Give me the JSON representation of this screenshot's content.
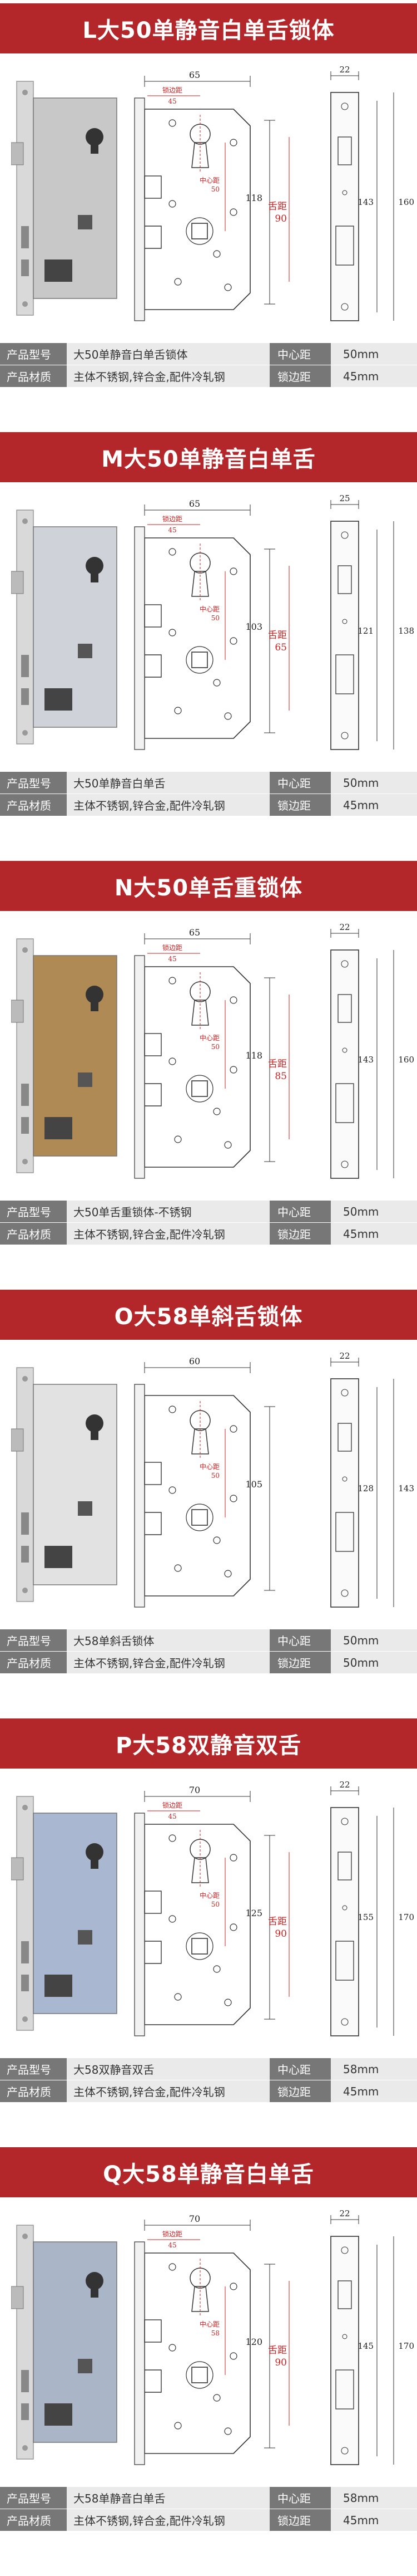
{
  "labels": {
    "model": "产品型号",
    "material": "产品材质",
    "center": "中心距",
    "edge": "锁边距"
  },
  "sections": [
    {
      "title": "L大50单静音白单舌锁体",
      "width_dim": "65",
      "backset_dim": "45",
      "face_width": "22",
      "center_label": "中心距",
      "center_val": "50",
      "height_dim": "118",
      "center_big_label": "舌距",
      "center_big_val": "90",
      "plate_h1": "143",
      "plate_h2": "160",
      "model_value": "大50单静音白单舌锁体",
      "material_value": "主体不锈钢,锌合金,配件冷轧钢",
      "center_value": "50mm",
      "edge_value": "45mm",
      "photo_color": "#c8c8c8"
    },
    {
      "title": "M大50单静音白单舌",
      "width_dim": "65",
      "backset_dim": "45",
      "face_width": "25",
      "center_label": "中心距",
      "center_val": "50",
      "height_dim": "103",
      "center_big_label": "舌距",
      "center_big_val": "65",
      "plate_h1": "121",
      "plate_h2": "138",
      "model_value": "大50单静音白单舌",
      "material_value": "主体不锈钢,锌合金,配件冷轧钢",
      "center_value": "50mm",
      "edge_value": "45mm",
      "photo_color": "#cfd2d8"
    },
    {
      "title": "N大50单舌重锁体",
      "width_dim": "65",
      "backset_dim": "45",
      "face_width": "22",
      "center_label": "中心距",
      "center_val": "50",
      "height_dim": "118",
      "center_big_label": "舌距",
      "center_big_val": "85",
      "plate_h1": "143",
      "plate_h2": "160",
      "model_value": "大50单舌重锁体-不锈钢",
      "material_value": "主体不锈钢,锌合金,配件冷轧钢",
      "center_value": "50mm",
      "edge_value": "45mm",
      "photo_color": "#b08a55"
    },
    {
      "title": "O大58单斜舌锁体",
      "width_dim": "60",
      "backset_dim": "",
      "face_width": "22",
      "center_label": "中心距",
      "center_val": "50",
      "height_dim": "105",
      "center_big_label": "",
      "center_big_val": "",
      "plate_h1": "128",
      "plate_h2": "143",
      "model_value": "大58单斜舌锁体",
      "material_value": "主体不锈钢,锌合金,配件冷轧钢",
      "center_value": "50mm",
      "edge_value": "50mm",
      "photo_color": "#e2e2e2"
    },
    {
      "title": "P大58双静音双舌",
      "width_dim": "70",
      "backset_dim": "45",
      "face_width": "22",
      "center_label": "中心距",
      "center_val": "50",
      "height_dim": "125",
      "center_big_label": "舌距",
      "center_big_val": "90",
      "plate_h1": "155",
      "plate_h2": "170",
      "model_value": "大58双静音双舌",
      "material_value": "主体不锈钢,锌合金,配件冷轧钢",
      "center_value": "58mm",
      "edge_value": "45mm",
      "photo_color": "#a9b8d0"
    },
    {
      "title": "Q大58单静音白单舌",
      "width_dim": "70",
      "backset_dim": "45",
      "face_width": "22",
      "center_label": "中心距",
      "center_val": "58",
      "height_dim": "120",
      "center_big_label": "舌距",
      "center_big_val": "90",
      "plate_h1": "145",
      "plate_h2": "170",
      "model_value": "大58单静音白单舌",
      "material_value": "主体不锈钢,锌合金,配件冷轧钢",
      "center_value": "58mm",
      "edge_value": "45mm",
      "photo_color": "#aab6c8"
    }
  ]
}
